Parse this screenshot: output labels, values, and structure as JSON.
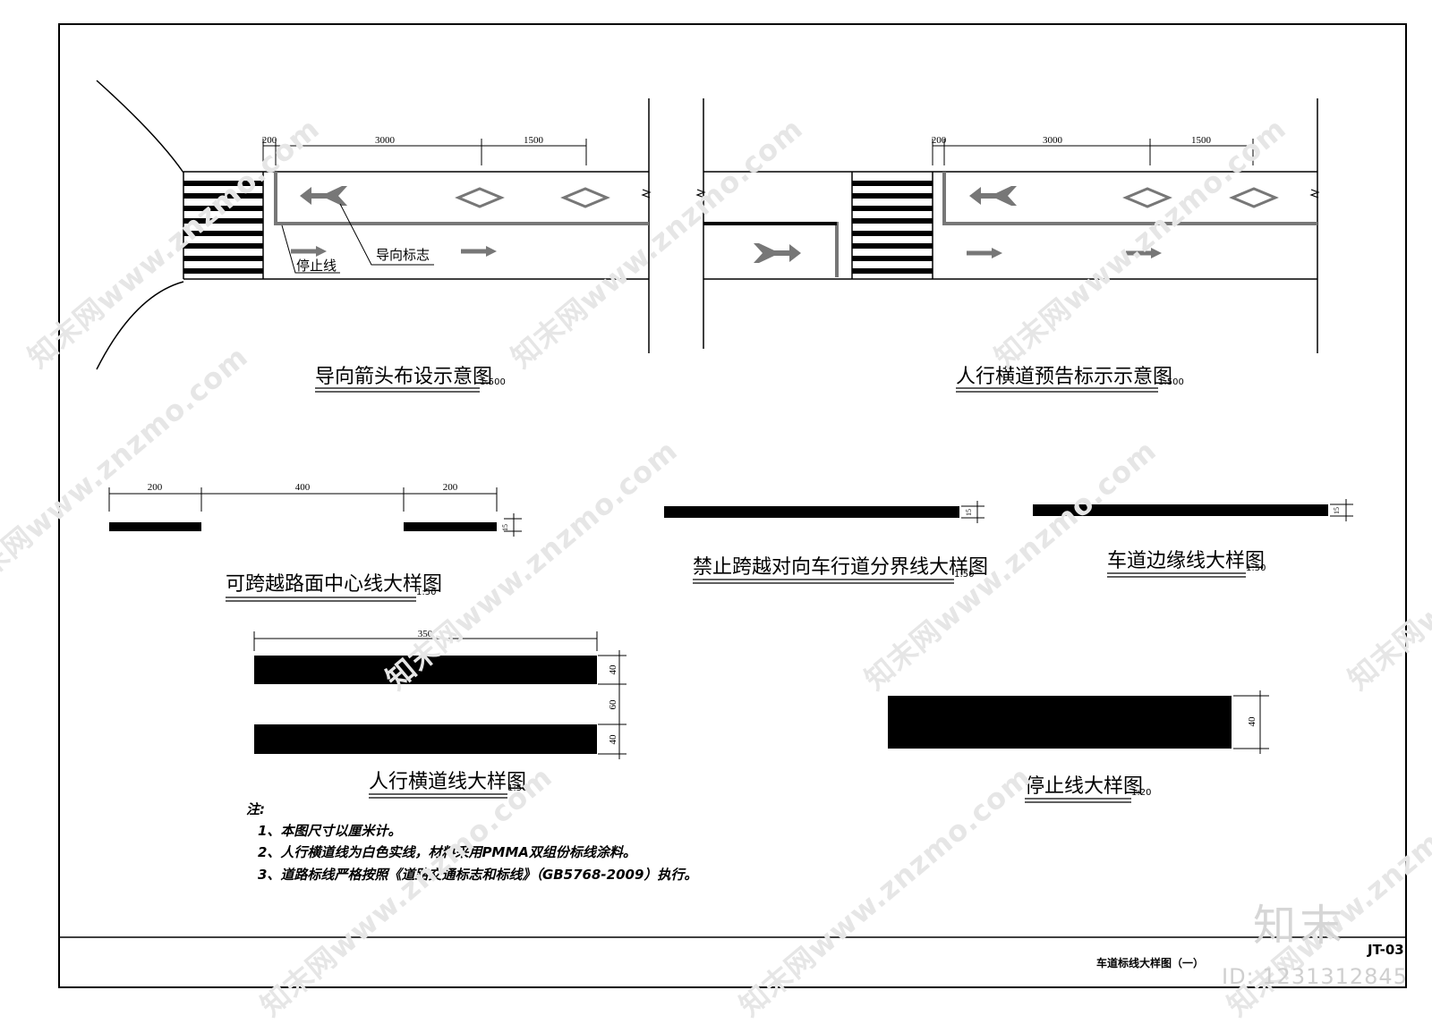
{
  "diagram1": {
    "title": "导向箭头布设示意图",
    "scale": "1:500",
    "dims": [
      "200",
      "3000",
      "1500"
    ],
    "label_guide": "导向标志",
    "label_stop": "停止线"
  },
  "diagram2": {
    "title": "人行横道预告标示示意图",
    "scale": "1:500",
    "dims": [
      "200",
      "3000",
      "1500"
    ]
  },
  "centerline": {
    "title": "可跨越路面中心线大样图",
    "scale": "1:50",
    "dims": [
      "200",
      "400",
      "200"
    ],
    "thickness": "15"
  },
  "no_cross": {
    "title": "禁止跨越对向车行道分界线大样图",
    "scale": "1:50",
    "thickness": "15"
  },
  "edge_line": {
    "title": "车道边缘线大样图",
    "scale": "1:50",
    "thickness": "15"
  },
  "crosswalk": {
    "title": "人行横道线大样图",
    "scale": "1:50",
    "width": "350",
    "heights": [
      "40",
      "60",
      "40"
    ]
  },
  "stopline": {
    "title": "停止线大样图",
    "scale": "1:20",
    "height": "40"
  },
  "notes": {
    "heading": "注:",
    "items": [
      "1、本图尺寸以厘米计。",
      "2、人行横道线为白色实线，材料采用PMMA双组份标线涂料。",
      "3、道路标线严格按照《道路交通标志和标线》（GB5768-2009）执行。"
    ]
  },
  "title_block": {
    "drawing_title": "车道标线大样图（一）",
    "drawing_no": "JT-03"
  },
  "watermark": {
    "text": "知末网www.znzmo.com",
    "brand": "知末",
    "id": "ID: 1231312845"
  }
}
